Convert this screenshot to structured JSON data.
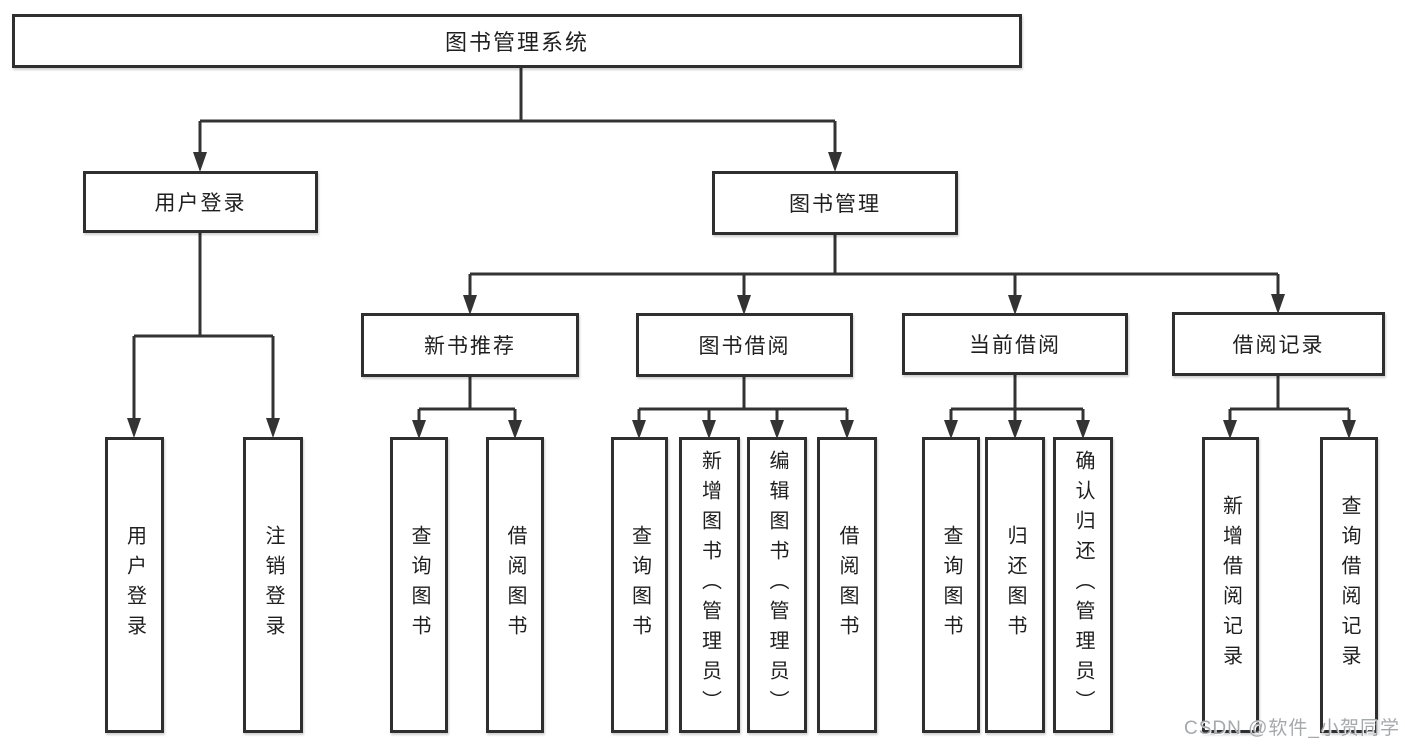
{
  "tree": {
    "label": "图书管理系统",
    "children": [
      {
        "label": "用户登录",
        "children": [
          {
            "label": "用户登录"
          },
          {
            "label": "注销登录"
          }
        ]
      },
      {
        "label": "图书管理",
        "children": [
          {
            "label": "新书推荐",
            "children": [
              {
                "label": "查询图书"
              },
              {
                "label": "借阅图书"
              }
            ]
          },
          {
            "label": "图书借阅",
            "children": [
              {
                "label": "查询图书"
              },
              {
                "label": "新增图书（管理员）"
              },
              {
                "label": "编辑图书（管理员）"
              },
              {
                "label": "借阅图书"
              }
            ]
          },
          {
            "label": "当前借阅",
            "children": [
              {
                "label": "查询图书"
              },
              {
                "label": "归还图书"
              },
              {
                "label": "确认归还（管理员）"
              }
            ]
          },
          {
            "label": "借阅记录",
            "children": [
              {
                "label": "新增借阅记录"
              },
              {
                "label": "查询借阅记录"
              }
            ]
          }
        ]
      }
    ]
  },
  "colors": {
    "line": "#333333",
    "border": "#2f2f2f",
    "text": "#1f1f1f",
    "watermark": "#a0a4a8"
  },
  "watermark": "CSDN @软件_小贺同学"
}
